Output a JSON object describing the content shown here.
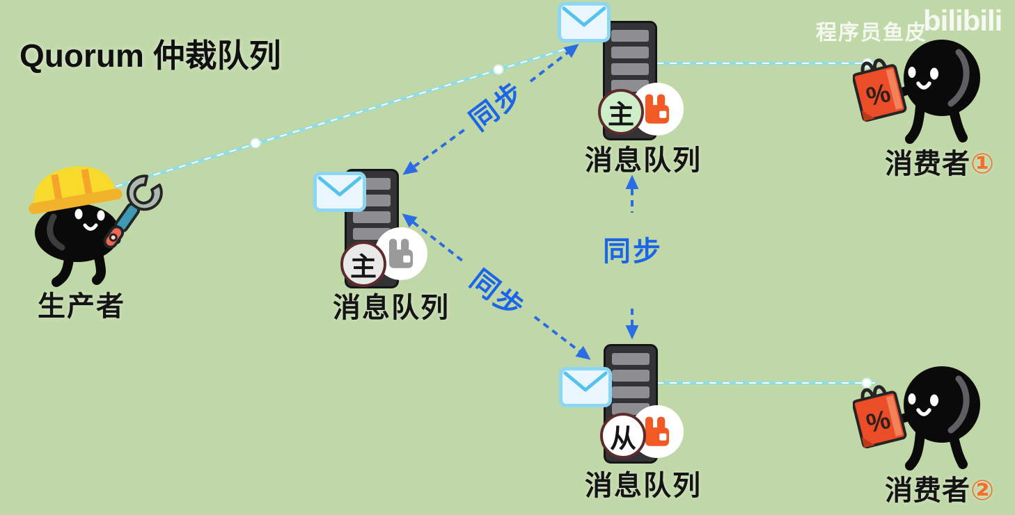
{
  "title": "Quorum 仲裁队列",
  "watermark": {
    "author": "程序员鱼皮",
    "brand": "bilibili"
  },
  "producer": {
    "label": "生产者"
  },
  "servers": [
    {
      "role": "master",
      "badge": "主",
      "label": "消息队列"
    },
    {
      "role": "old-master",
      "badge": "主",
      "label": "消息队列"
    },
    {
      "role": "replica",
      "badge": "从",
      "label": "消息队列"
    }
  ],
  "consumers": [
    {
      "label": "消费者",
      "number": "①",
      "bag_symbol": "%"
    },
    {
      "label": "消费者",
      "number": "②",
      "bag_symbol": "%"
    }
  ],
  "sync_labels": [
    {
      "label": "同步"
    },
    {
      "label": "同步"
    },
    {
      "label": "同步"
    }
  ],
  "icons": [
    "envelope-icon",
    "server-icon",
    "rabbitmq-logo-icon",
    "role-badge",
    "hard-hat-icon",
    "wrench-icon",
    "shopping-bag-icon",
    "relay-dot"
  ],
  "colors": {
    "background": "#c0d8a8",
    "sync_blue": "#2b6ce4",
    "sync_text_blue": "#1b66e8",
    "flow_cyan": "#8ddde6",
    "rabbit_orange": "#f15a24",
    "rabbit_inactive_gray": "#9a9a9a",
    "badge_ring_maroon": "#5e2b2d",
    "badge_master_bg": "#cdeec9",
    "badge_old_master_bg": "#e9e9e9",
    "badge_replica_bg": "#ffffff",
    "bag_red": "#ea4d28",
    "hat_yellow": "#f8da2d",
    "envelope_blue": "#8cd6f3"
  }
}
